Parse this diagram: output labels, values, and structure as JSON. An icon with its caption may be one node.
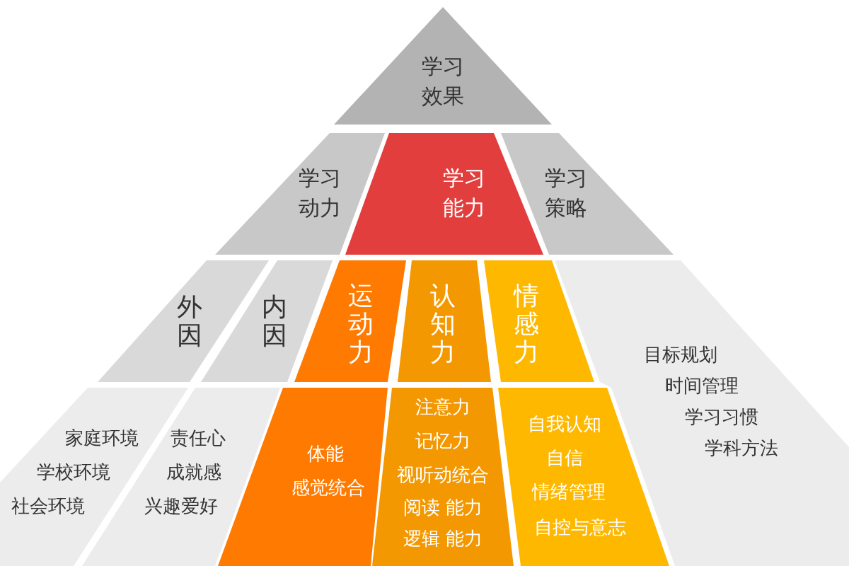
{
  "diagram": {
    "nodes": [
      {
        "text": [
          "学习效果"
        ]
      },
      {
        "text": [
          "学习动力"
        ]
      },
      {
        "text": [
          "学习能力"
        ]
      },
      {
        "text": [
          "学习策略"
        ]
      },
      {
        "text": [
          "外因"
        ]
      },
      {
        "text": [
          "内因"
        ]
      },
      {
        "text": [
          "运动力"
        ]
      },
      {
        "text": [
          "认知力"
        ]
      },
      {
        "text": [
          "情感力"
        ]
      },
      {
        "text": [
          "目标规划",
          "时间管理",
          "学习习惯",
          "学科方法"
        ]
      },
      {
        "text": [
          "家庭环境",
          "学校环境",
          "社会环境"
        ]
      },
      {
        "text": [
          "责任心",
          "成就感",
          "兴趣爱好"
        ]
      },
      {
        "text": [
          "体能",
          "感觉统合"
        ]
      },
      {
        "text": [
          "注意力",
          "记忆力",
          "视听动统合",
          "阅读 能力",
          "逻辑 能力"
        ]
      },
      {
        "text": [
          "自我认知",
          "自信",
          "情绪管理",
          "自控与意志"
        ]
      }
    ]
  }
}
